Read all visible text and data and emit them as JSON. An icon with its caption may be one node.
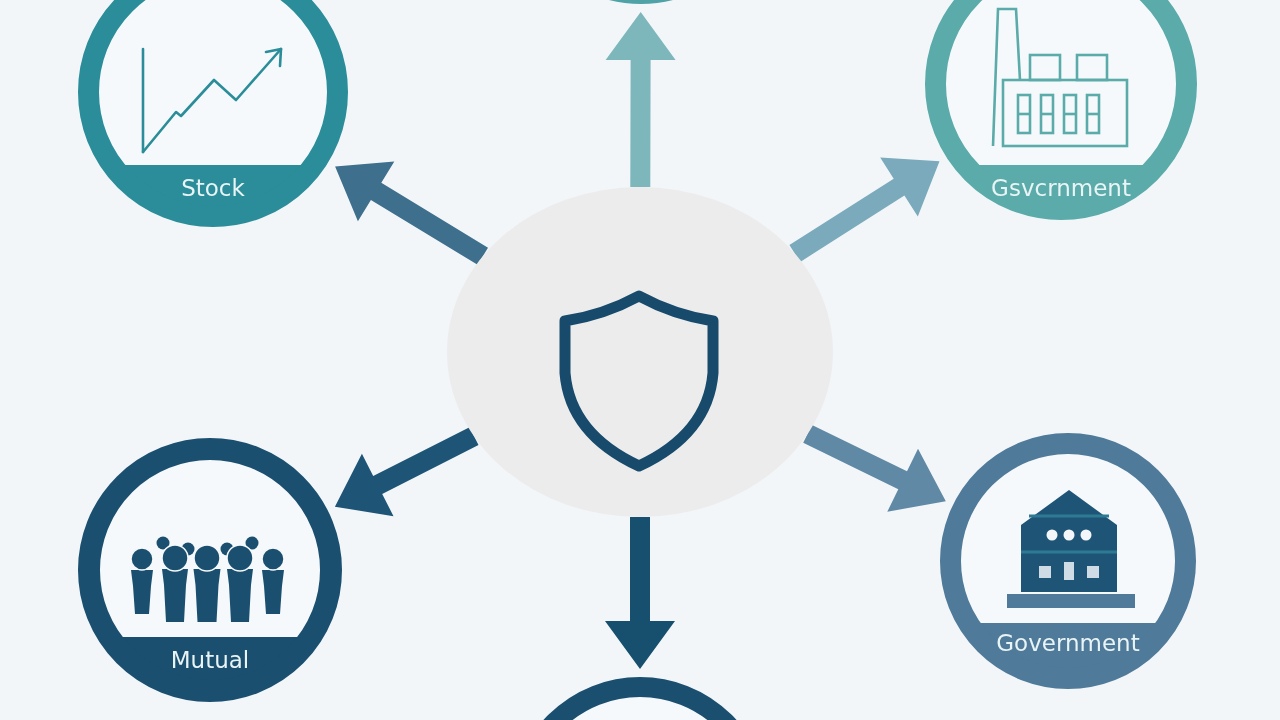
{
  "diagram": {
    "nodes": [
      {
        "text": [],
        "shape": "circle"
      },
      {
        "text": [
          "Stock"
        ]
      },
      {
        "text": [
          "Gsvcrnment"
        ]
      },
      {
        "text": [],
        "shape": "circle"
      },
      {
        "text": [
          "Mutual"
        ]
      },
      {
        "text": [
          "Government"
        ]
      },
      {
        "text": [],
        "shape": "circle"
      }
    ],
    "edges": [
      {
        "from": 3,
        "to": 0,
        "arrow": "to",
        "style": "thick",
        "color": "#7db7bb"
      },
      {
        "from": 3,
        "to": 2,
        "arrow": "to",
        "style": "thick",
        "color": "#7aaabb"
      },
      {
        "from": 3,
        "to": 5,
        "arrow": "to",
        "style": "thick",
        "color": "#6089a5"
      },
      {
        "from": 3,
        "to": 6,
        "arrow": "to",
        "style": "thick",
        "color": "#17506f"
      },
      {
        "from": 3,
        "to": 4,
        "arrow": "to",
        "style": "thick",
        "color": "#1e5576"
      },
      {
        "from": 3,
        "to": 1,
        "arrow": "to",
        "style": "thick",
        "color": "#3e6f8d"
      }
    ]
  }
}
